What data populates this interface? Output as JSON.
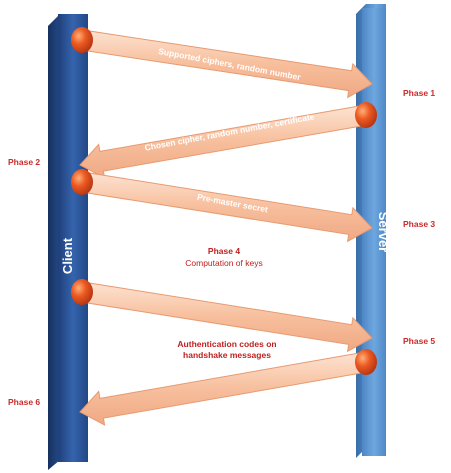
{
  "actors": {
    "client": "Client",
    "server": "Server"
  },
  "messages": [
    {
      "label": "Supported ciphers, random number"
    },
    {
      "label": "Chosen cipher, random number, certificate"
    },
    {
      "label": "Pre-master secret"
    },
    {
      "label": ""
    },
    {
      "label": ""
    }
  ],
  "phases": {
    "p1": "Phase 1",
    "p2": "Phase 2",
    "p3": "Phase 3",
    "p4": "Phase 4",
    "p4_detail": "Computation of keys",
    "p5": "Phase 5",
    "p6": "Phase 6"
  },
  "auth_note": {
    "line1": "Authentication codes on",
    "line2": "handshake messages"
  },
  "colors": {
    "client_bar": "#2d5aa0",
    "server_bar": "#5b97d2",
    "arrow_fill": "#f6c4a4",
    "arrow_stroke": "#e79a70",
    "dot": "#e2551f",
    "phase_text": "#cc2a2a",
    "label_text": "#c02020"
  }
}
